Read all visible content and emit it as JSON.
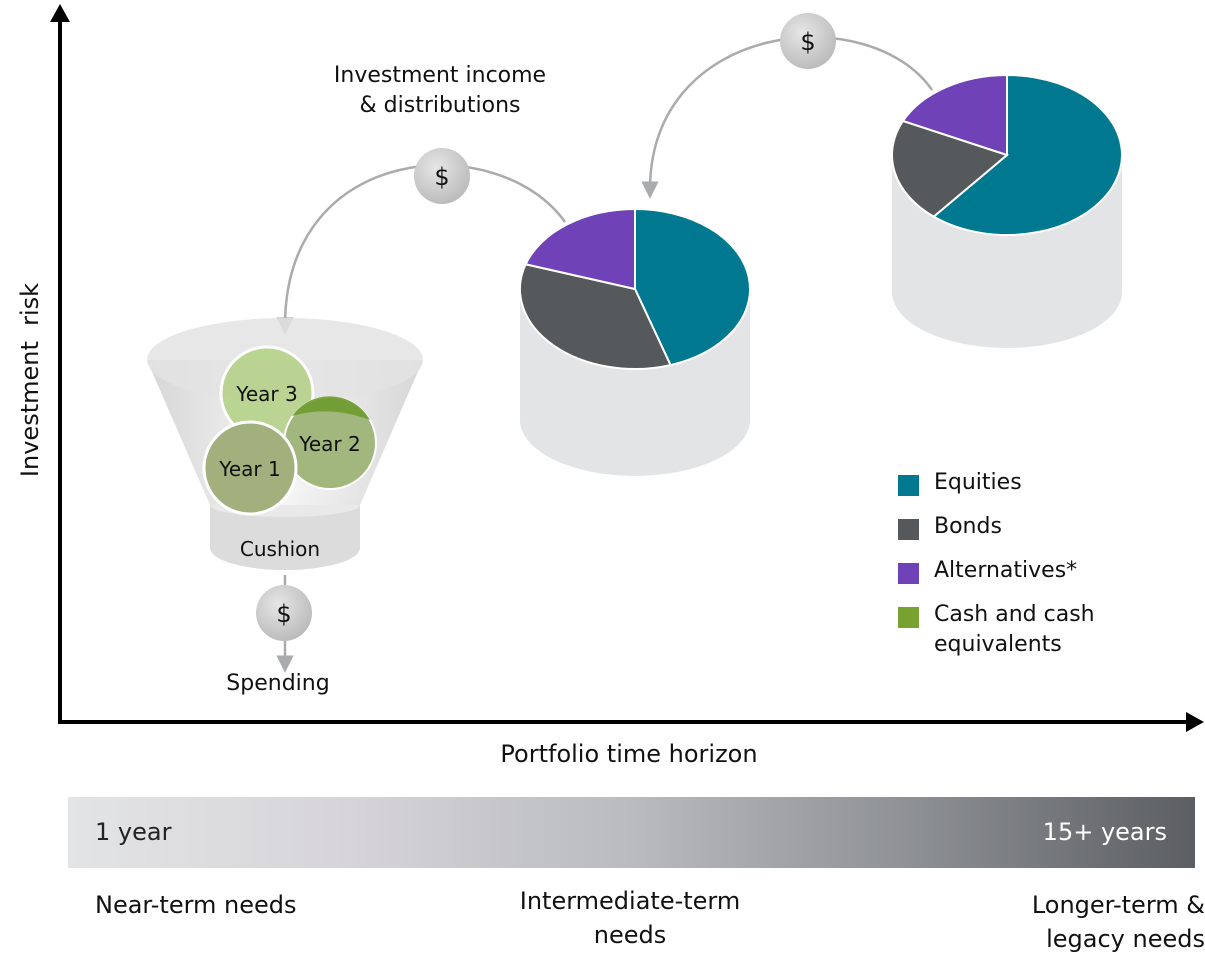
{
  "axes": {
    "y_label": "Investment  risk",
    "x_label": "Portfolio time horizon"
  },
  "flows": {
    "income_label_line1": "Investment income",
    "income_label_line2": "& distributions",
    "dollar_symbol": "$",
    "spending_label": "Spending"
  },
  "funnel": {
    "cushion_label": "Cushion",
    "year_labels": [
      "Year 3",
      "Year 2",
      "Year 1"
    ]
  },
  "legend": [
    {
      "label": "Equities",
      "color": "#00788f"
    },
    {
      "label": "Bonds",
      "color": "#55595c"
    },
    {
      "label": "Alternatives*",
      "color": "#6f42b8"
    },
    {
      "label": "Cash and cash equivalents",
      "color": "#77a22f"
    }
  ],
  "pies": [
    {
      "name": "intermediate",
      "shares": {
        "equities": 0.45,
        "bonds": 0.35,
        "alternatives": 0.2
      }
    },
    {
      "name": "longer",
      "shares": {
        "equities": 0.61,
        "bonds": 0.21,
        "alternatives": 0.18
      }
    }
  ],
  "horizon": {
    "left_label": "1 year",
    "right_label": "15+ years"
  },
  "needs": {
    "near": "Near-term needs",
    "intermediate": "Intermediate-term needs",
    "longer": "Longer-term & legacy needs"
  }
}
